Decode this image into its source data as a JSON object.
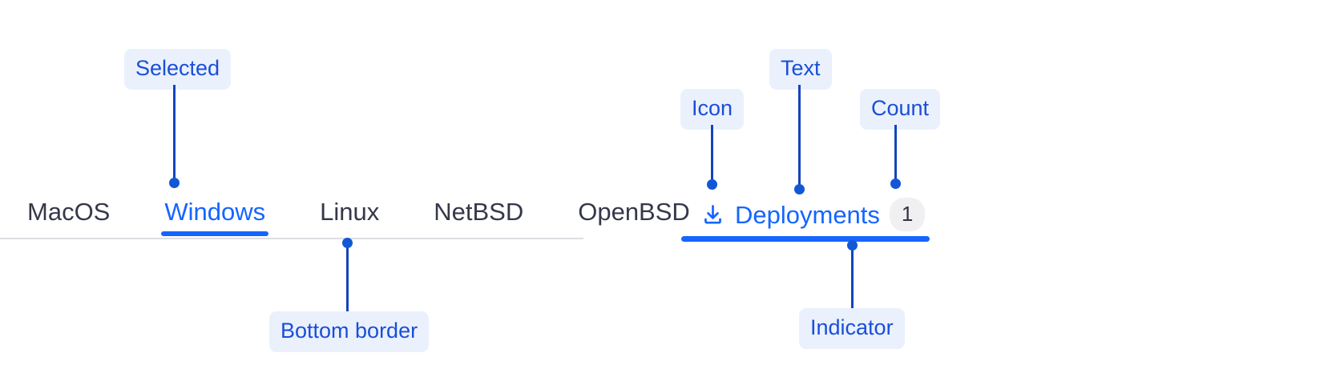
{
  "tabbar": {
    "tabs": [
      {
        "label": "MacOS",
        "selected": false
      },
      {
        "label": "Windows",
        "selected": true
      },
      {
        "label": "Linux",
        "selected": false
      },
      {
        "label": "NetBSD",
        "selected": false
      },
      {
        "label": "OpenBSD",
        "selected": false
      }
    ]
  },
  "deployments_tab": {
    "icon": "download-icon",
    "label": "Deployments",
    "count": "1",
    "selected": true
  },
  "annotations": [
    {
      "id": "selected",
      "label": "Selected"
    },
    {
      "id": "bottom-border",
      "label": "Bottom border"
    },
    {
      "id": "icon",
      "label": "Icon"
    },
    {
      "id": "text",
      "label": "Text"
    },
    {
      "id": "count",
      "label": "Count"
    },
    {
      "id": "indicator",
      "label": "Indicator"
    }
  ],
  "colors": {
    "accent": "#1565ff",
    "annotation_text": "#1a4ed8",
    "annotation_bg": "#eaf1fd",
    "leader": "#1444bd",
    "tab_text": "#35384a",
    "border": "#dcdde3",
    "badge_bg": "#f0f0f2"
  }
}
